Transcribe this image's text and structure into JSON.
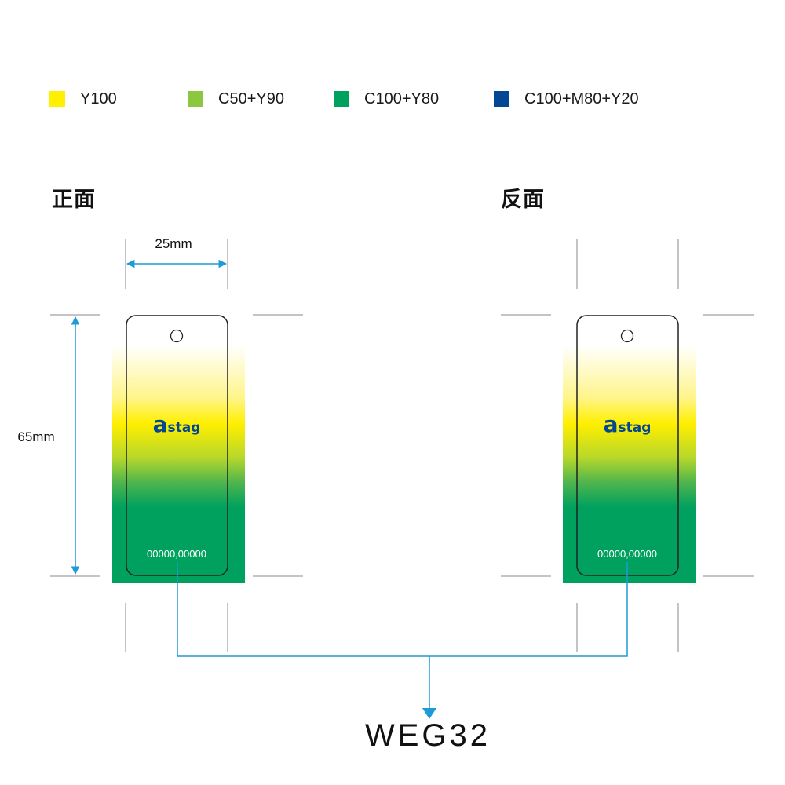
{
  "legend": [
    {
      "label": "Y100",
      "color": "#FFEF00"
    },
    {
      "label": "C50+Y90",
      "color": "#8DC63F"
    },
    {
      "label": "C100+Y80",
      "color": "#00A15E"
    },
    {
      "label": "C100+M80+Y20",
      "color": "#034694"
    }
  ],
  "front": {
    "title": "正面",
    "brand": "astag",
    "serial": "00000,00000"
  },
  "back": {
    "title": "反面",
    "brand": "astag",
    "serial": "00000,00000"
  },
  "dimensions": {
    "width": "25mm",
    "height": "65mm"
  },
  "code": "WEG32",
  "colors": {
    "dimension": "#1E9AD6",
    "outline": "#222222",
    "guide": "#888888",
    "serial": "#ffffff",
    "brand": "#034694"
  }
}
